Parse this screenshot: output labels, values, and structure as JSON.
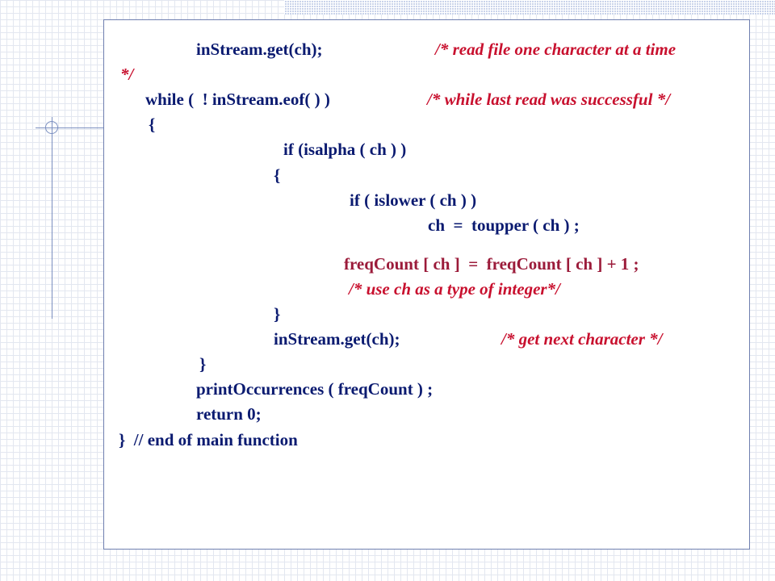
{
  "slide": {
    "code_lines": [
      "inStream.get(ch);",
      "while (  ! inStream.eof( ) )",
      "{",
      "if (isalpha ( ch ) )",
      "{",
      "if ( islower ( ch ) )",
      "ch  =  toupper ( ch ) ;",
      "freqCount [ ch ]  =  freqCount [ ch ] + 1 ;",
      "}",
      "inStream.get(ch);",
      "}",
      "printOccurrences ( freqCount ) ;",
      "return 0;",
      "}  // end of main function"
    ],
    "comments": [
      "/* read file one character at a time",
      "*/",
      "/* while last read was successful */",
      "/* use ch as a type of integer*/",
      "/* get next character */"
    ]
  },
  "colors": {
    "code_text": "#0a1a70",
    "comment_text": "#c8102e",
    "highlight_code": "#9b1b3a",
    "panel_border": "#6f7fb0",
    "grid": "#e3e7f0",
    "top_band": "#c9d3ea",
    "decoration": "#7b8fc0"
  }
}
